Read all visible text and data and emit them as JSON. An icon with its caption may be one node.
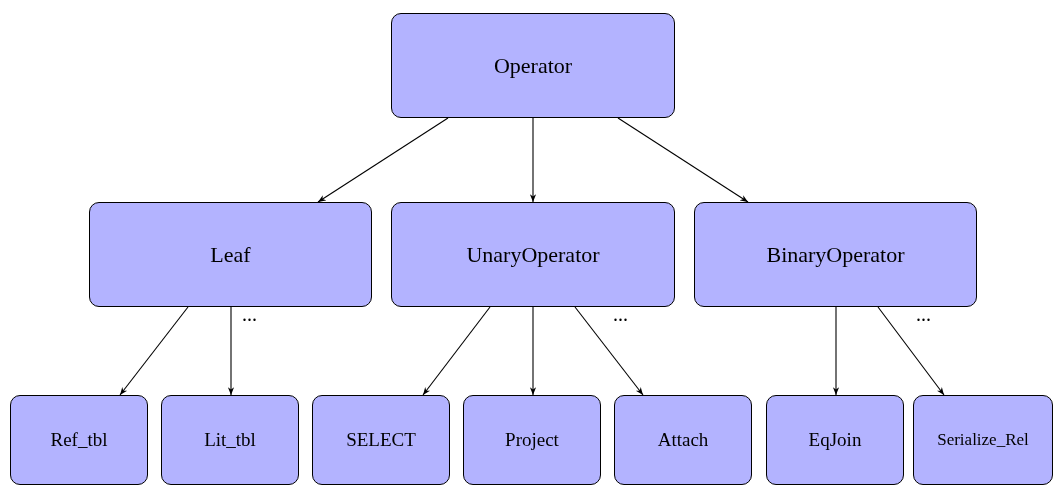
{
  "diagram": {
    "nodes": [
      {
        "text": [
          "Operator"
        ]
      },
      {
        "text": [
          "Leaf"
        ]
      },
      {
        "text": [
          "UnaryOperator"
        ]
      },
      {
        "text": [
          "BinaryOperator"
        ]
      },
      {
        "text": [
          "Ref_tbl"
        ]
      },
      {
        "text": [
          "Lit_tbl"
        ]
      },
      {
        "text": [
          "SELECT"
        ]
      },
      {
        "text": [
          "Project"
        ]
      },
      {
        "text": [
          "Attach"
        ]
      },
      {
        "text": [
          "EqJoin"
        ]
      },
      {
        "text": [
          "Serialize_Rel"
        ]
      }
    ],
    "edges": [
      {
        "from": 0,
        "to": 1,
        "arrow": "to"
      },
      {
        "from": 0,
        "to": 2,
        "arrow": "to"
      },
      {
        "from": 0,
        "to": 3,
        "arrow": "to"
      },
      {
        "from": 1,
        "to": 4,
        "arrow": "to"
      },
      {
        "from": 1,
        "to": 5,
        "arrow": "to"
      },
      {
        "from": 2,
        "to": 6,
        "arrow": "to"
      },
      {
        "from": 2,
        "to": 7,
        "arrow": "to"
      },
      {
        "from": 2,
        "to": 8,
        "arrow": "to"
      },
      {
        "from": 3,
        "to": 9,
        "arrow": "to"
      },
      {
        "from": 3,
        "to": 10,
        "arrow": "to"
      }
    ],
    "labels": [
      "...",
      "...",
      "..."
    ]
  }
}
